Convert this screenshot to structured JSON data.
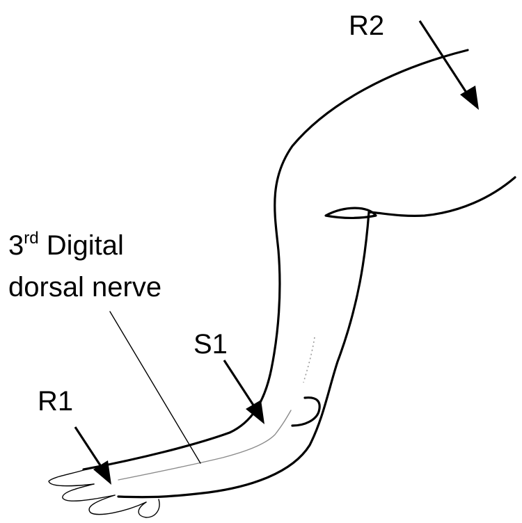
{
  "labels": {
    "r2": "R2",
    "r1": "R1",
    "s1": "S1",
    "nerve_ordinal": "3",
    "nerve_ordinal_suffix": "rd",
    "nerve_line1_rest": " Digital",
    "nerve_line2": "dorsal nerve"
  },
  "colors": {
    "outline": "#000000",
    "nerve": "#8a8a8a",
    "background": "#ffffff"
  }
}
